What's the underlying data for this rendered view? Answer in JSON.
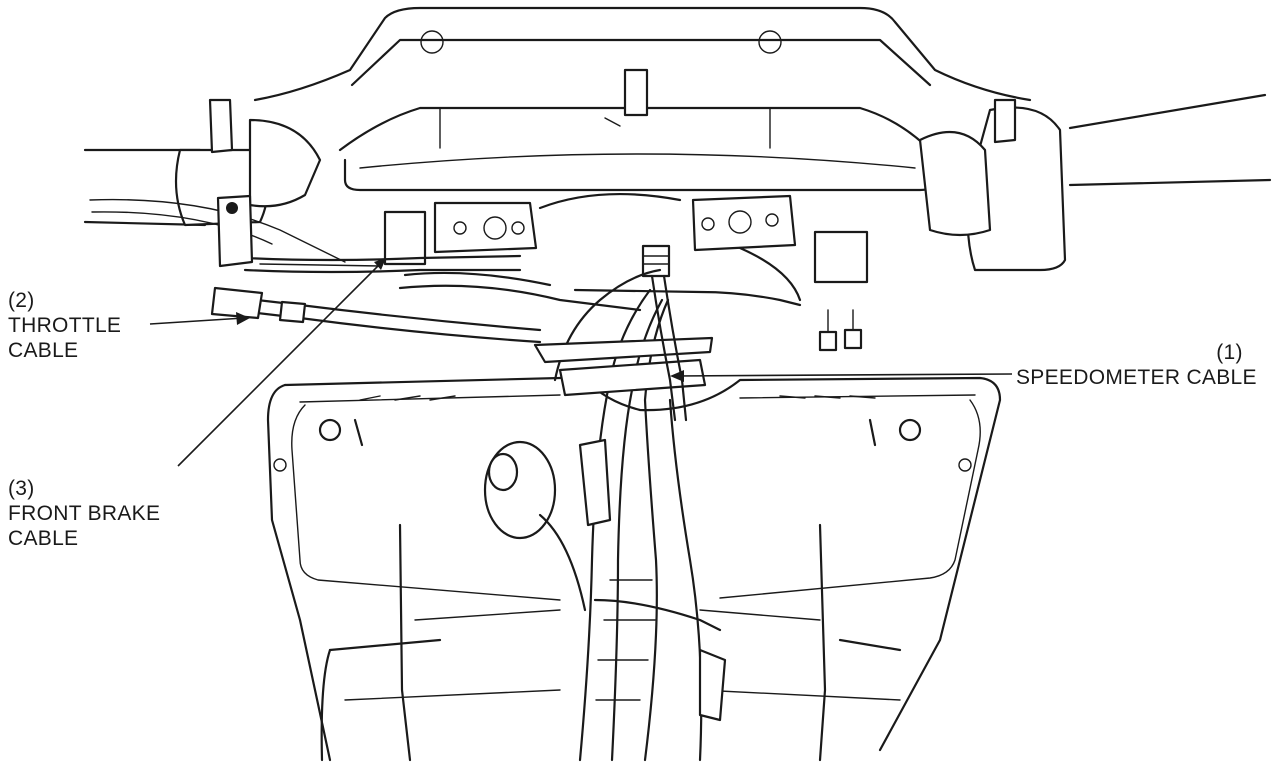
{
  "callouts": {
    "speedometer": {
      "number": "(1)",
      "line1": "SPEEDOMETER CABLE"
    },
    "throttle": {
      "number": "(2)",
      "line1": "THROTTLE",
      "line2": "CABLE"
    },
    "front_brake": {
      "number": "(3)",
      "line1": "FRONT BRAKE",
      "line2": "CABLE"
    }
  },
  "colors": {
    "ink": "#1a1a1a",
    "paper": "#ffffff"
  }
}
